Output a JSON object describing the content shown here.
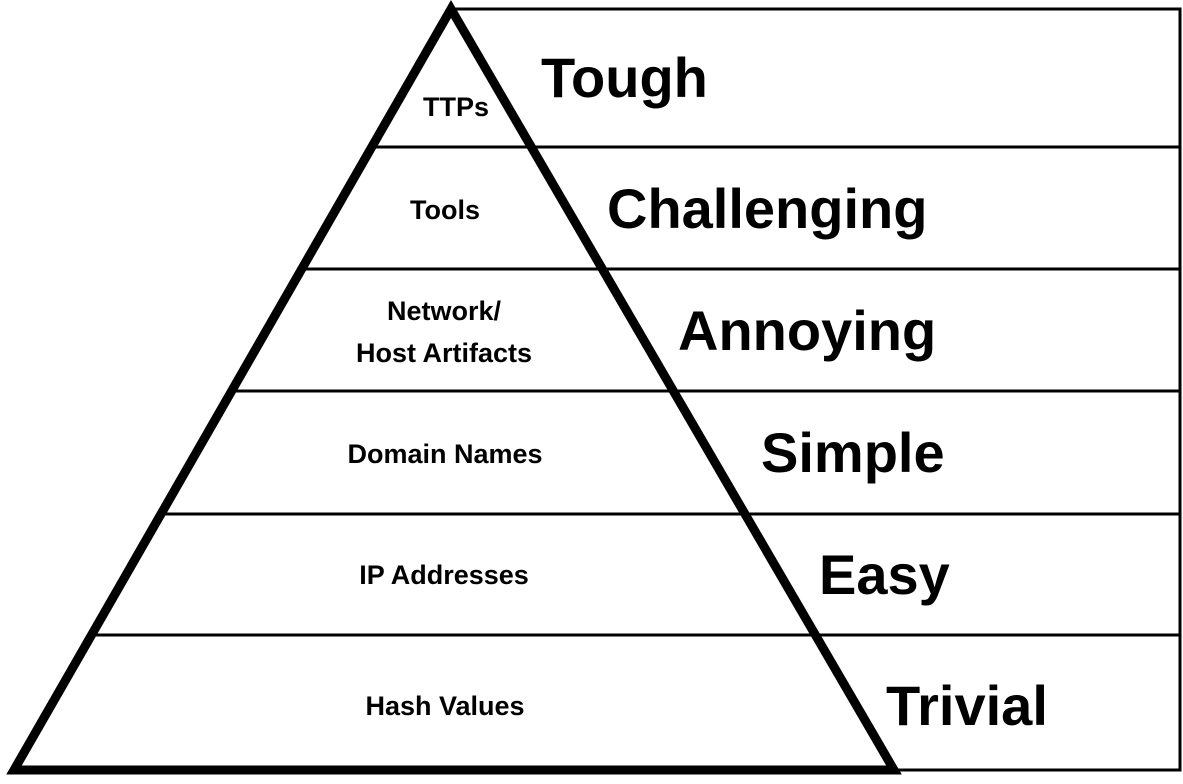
{
  "diagram": {
    "layers": [
      {
        "indicator": "TTPs",
        "difficulty": "Tough"
      },
      {
        "indicator": "Tools",
        "difficulty": "Challenging"
      },
      {
        "indicator_lines": [
          "Network/",
          "Host Artifacts"
        ],
        "difficulty": "Annoying"
      },
      {
        "indicator": "Domain Names",
        "difficulty": "Simple"
      },
      {
        "indicator": "IP Addresses",
        "difficulty": "Easy"
      },
      {
        "indicator": "Hash Values",
        "difficulty": "Trivial"
      }
    ],
    "colors": {
      "stroke": "#000000",
      "background": "#ffffff"
    }
  }
}
